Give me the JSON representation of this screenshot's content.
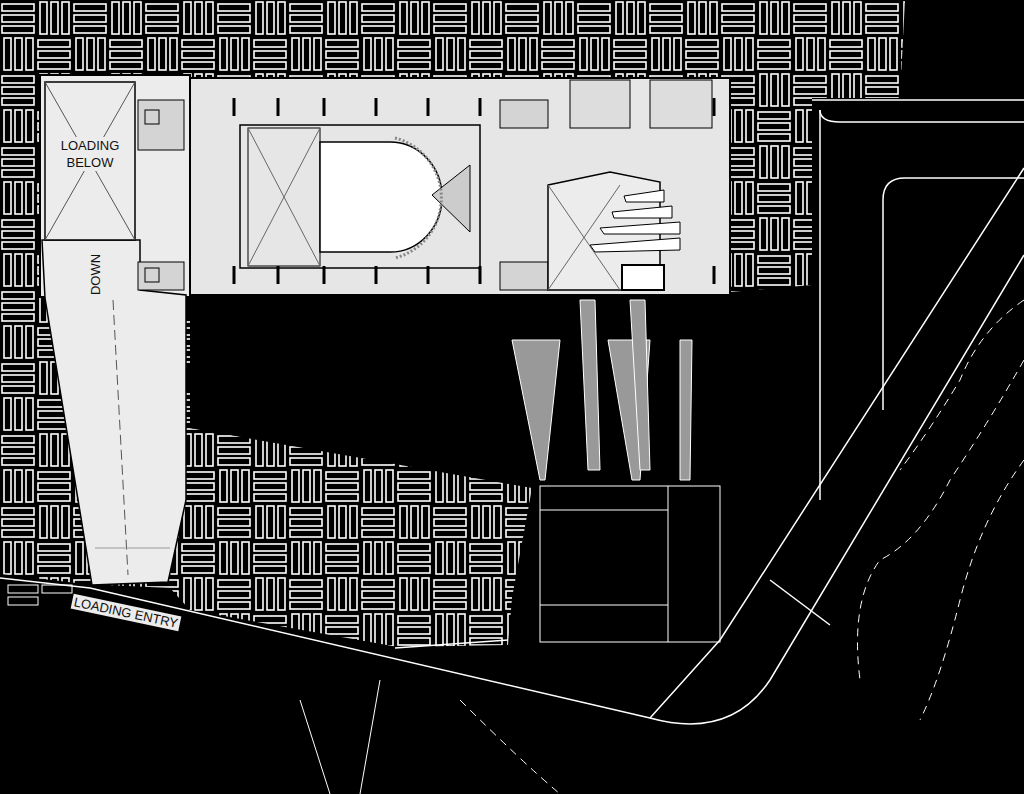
{
  "diagram": {
    "nodes": [
      {
        "text": [
          "LOADING BELOW"
        ]
      }
    ],
    "labels": [
      "DOWN",
      "LOADING ENTRY"
    ]
  }
}
